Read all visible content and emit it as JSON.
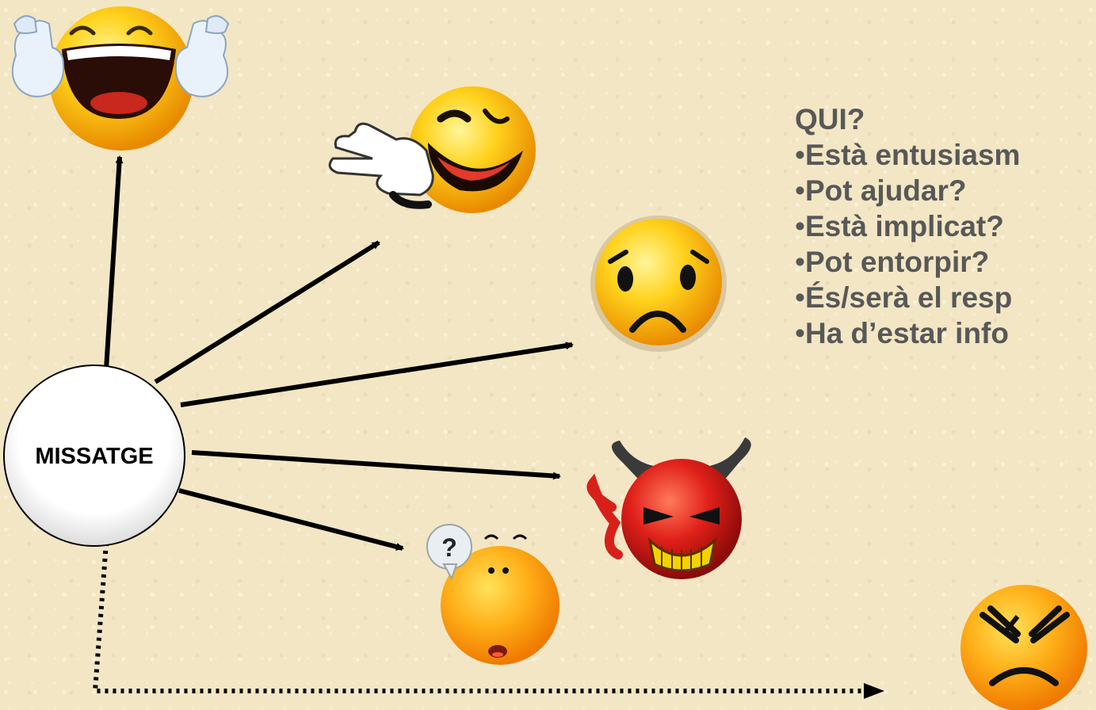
{
  "center": {
    "label": "MISSATGE"
  },
  "questions": {
    "title": "QUI?",
    "items": [
      "Està entusiasm",
      "Pot ajudar?",
      "Està implicat?",
      "Pot entorpir?",
      "És/serà el resp",
      "Ha d’estar info"
    ]
  },
  "icons": [
    "laughing-thumbs-up-face-icon",
    "waving-winking-face-icon",
    "sad-face-icon",
    "devil-face-icon",
    "confused-question-face-icon",
    "angry-face-icon"
  ],
  "colors": {
    "background": "#f3e6c4",
    "text": "#585858",
    "smiley": "#f7c21a",
    "devil": "#d8201a"
  }
}
